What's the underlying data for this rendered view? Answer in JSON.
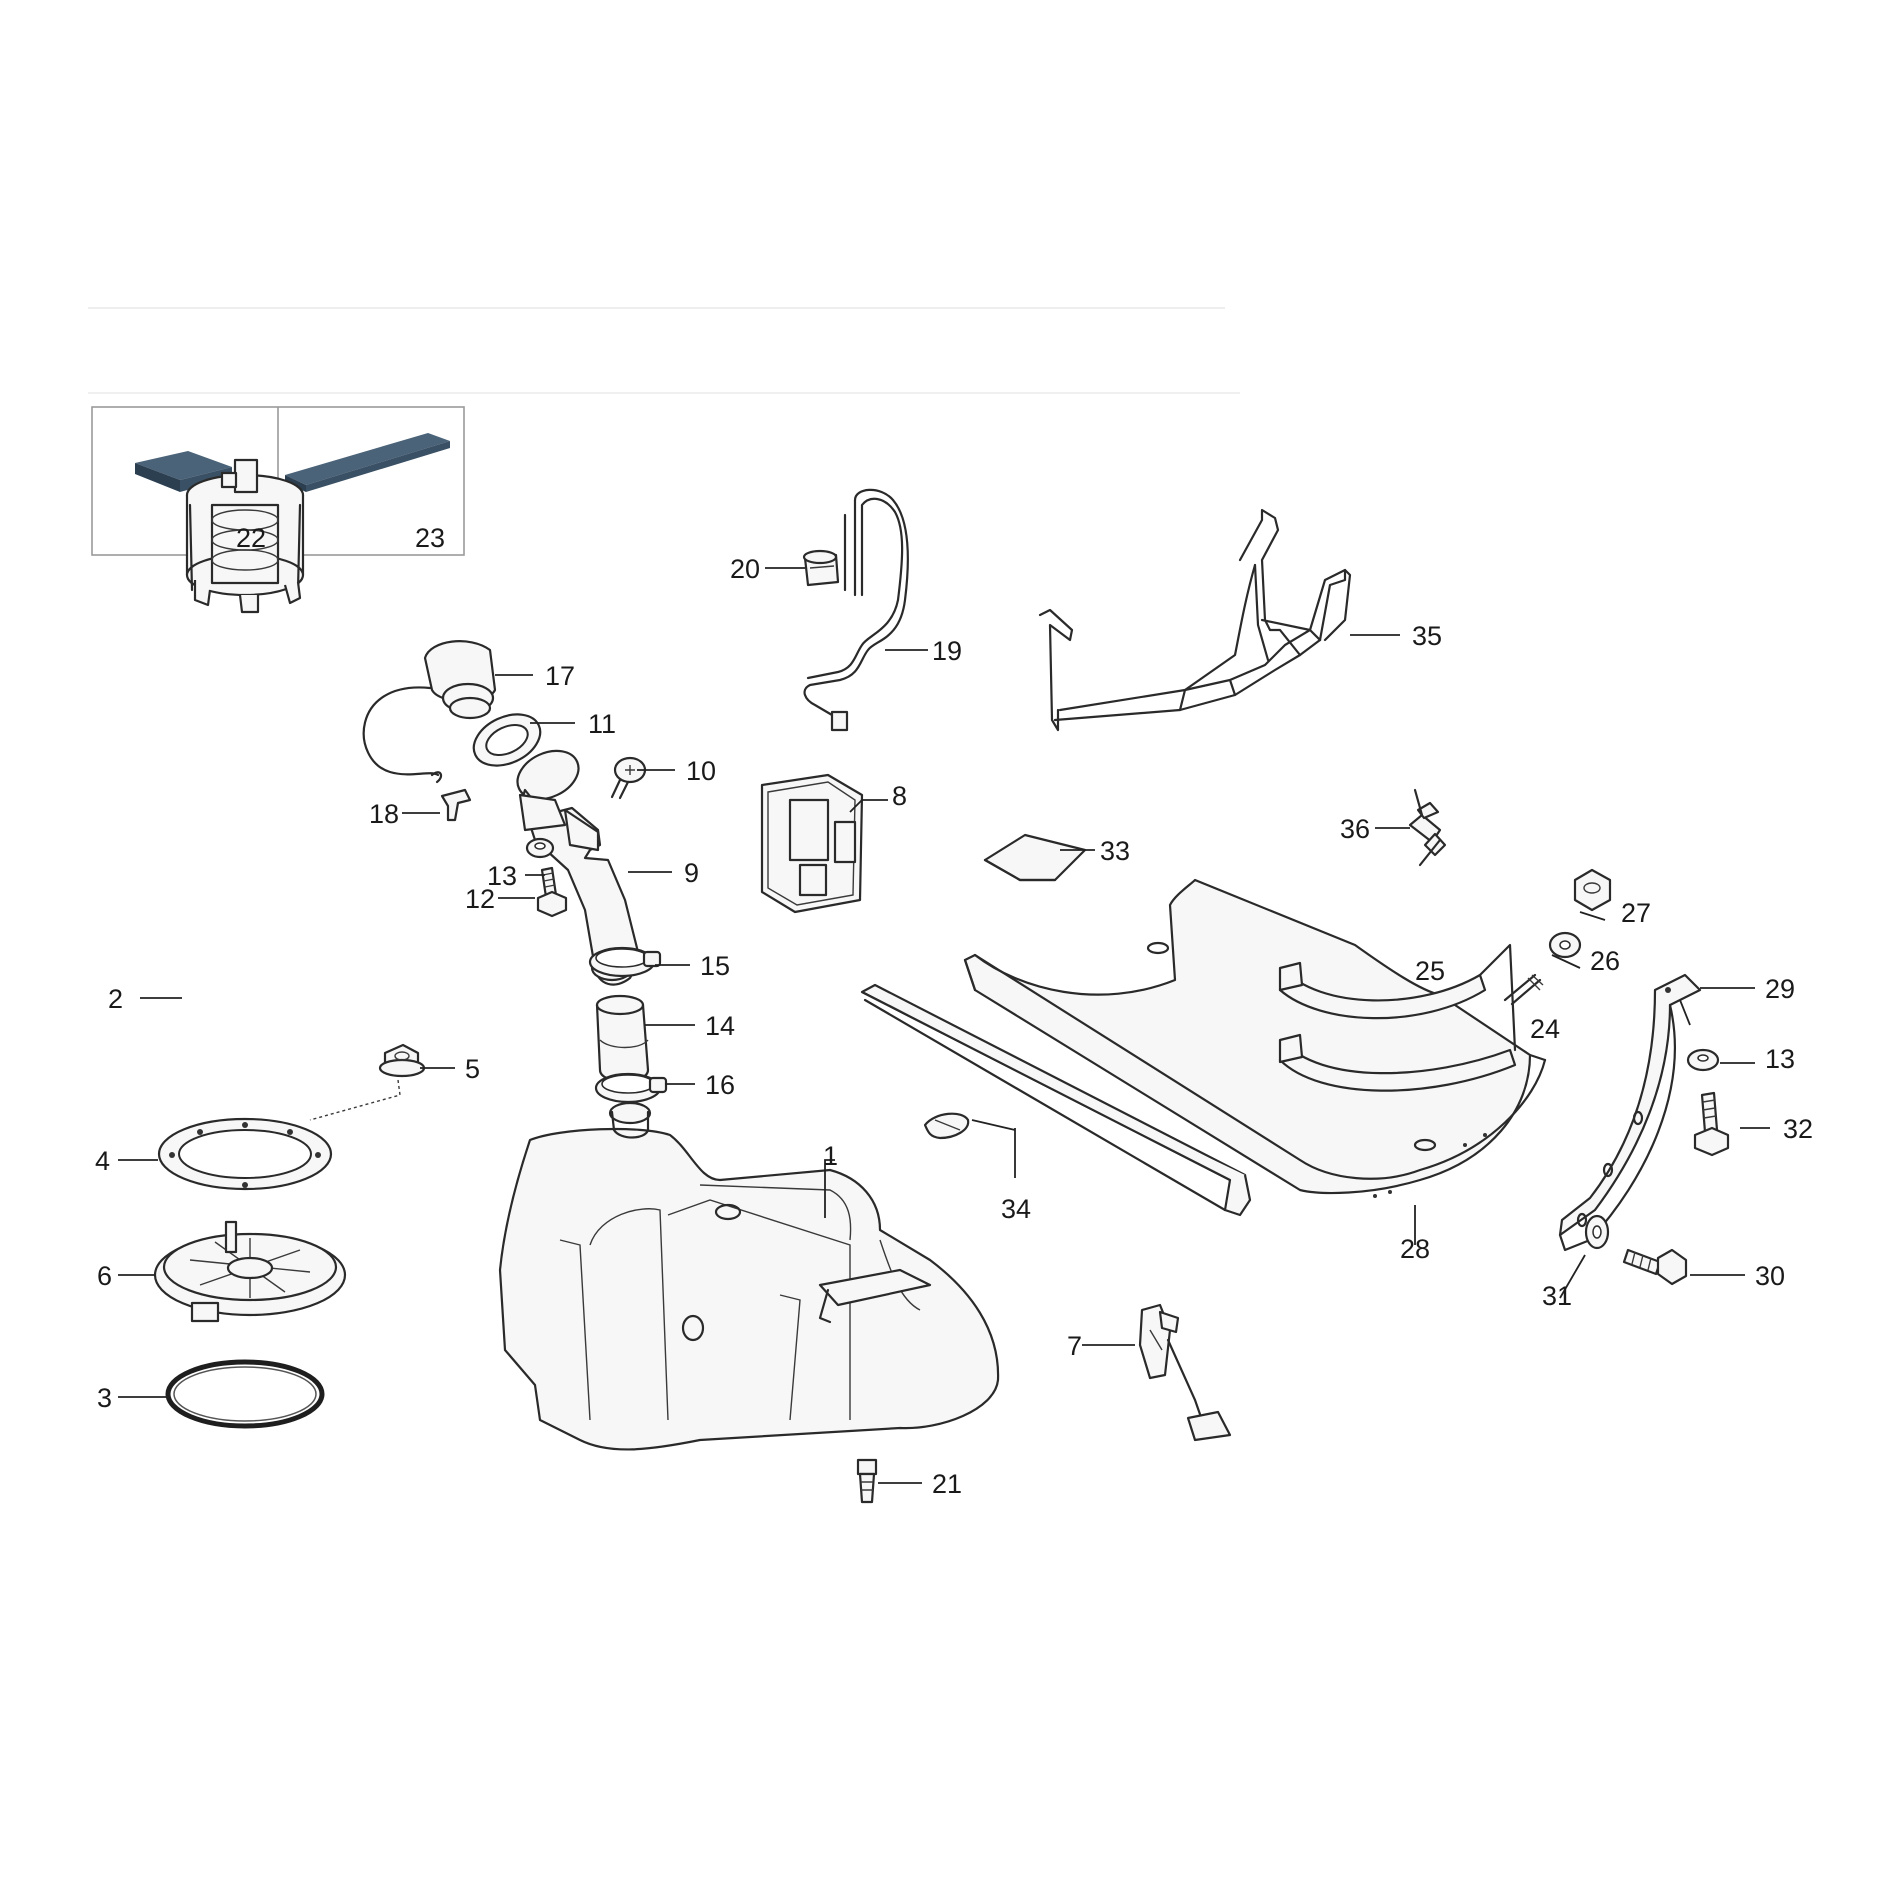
{
  "callouts": {
    "1": "1",
    "2": "2",
    "3": "3",
    "4": "4",
    "5": "5",
    "6": "6",
    "7": "7",
    "8": "8",
    "9": "9",
    "10": "10",
    "11": "11",
    "12": "12",
    "13a": "13",
    "13b": "13",
    "14": "14",
    "15": "15",
    "16": "16",
    "17": "17",
    "18": "18",
    "19": "19",
    "20": "20",
    "21": "21",
    "22": "22",
    "23": "23",
    "24": "24",
    "25": "25",
    "26": "26",
    "27": "27",
    "28": "28",
    "29": "29",
    "30": "30",
    "31": "31",
    "32": "32",
    "33": "33",
    "34": "34",
    "35": "35",
    "36": "36"
  },
  "colors": {
    "line": "#2a2a2a",
    "pad": "#4a6378",
    "background": "#ffffff"
  }
}
